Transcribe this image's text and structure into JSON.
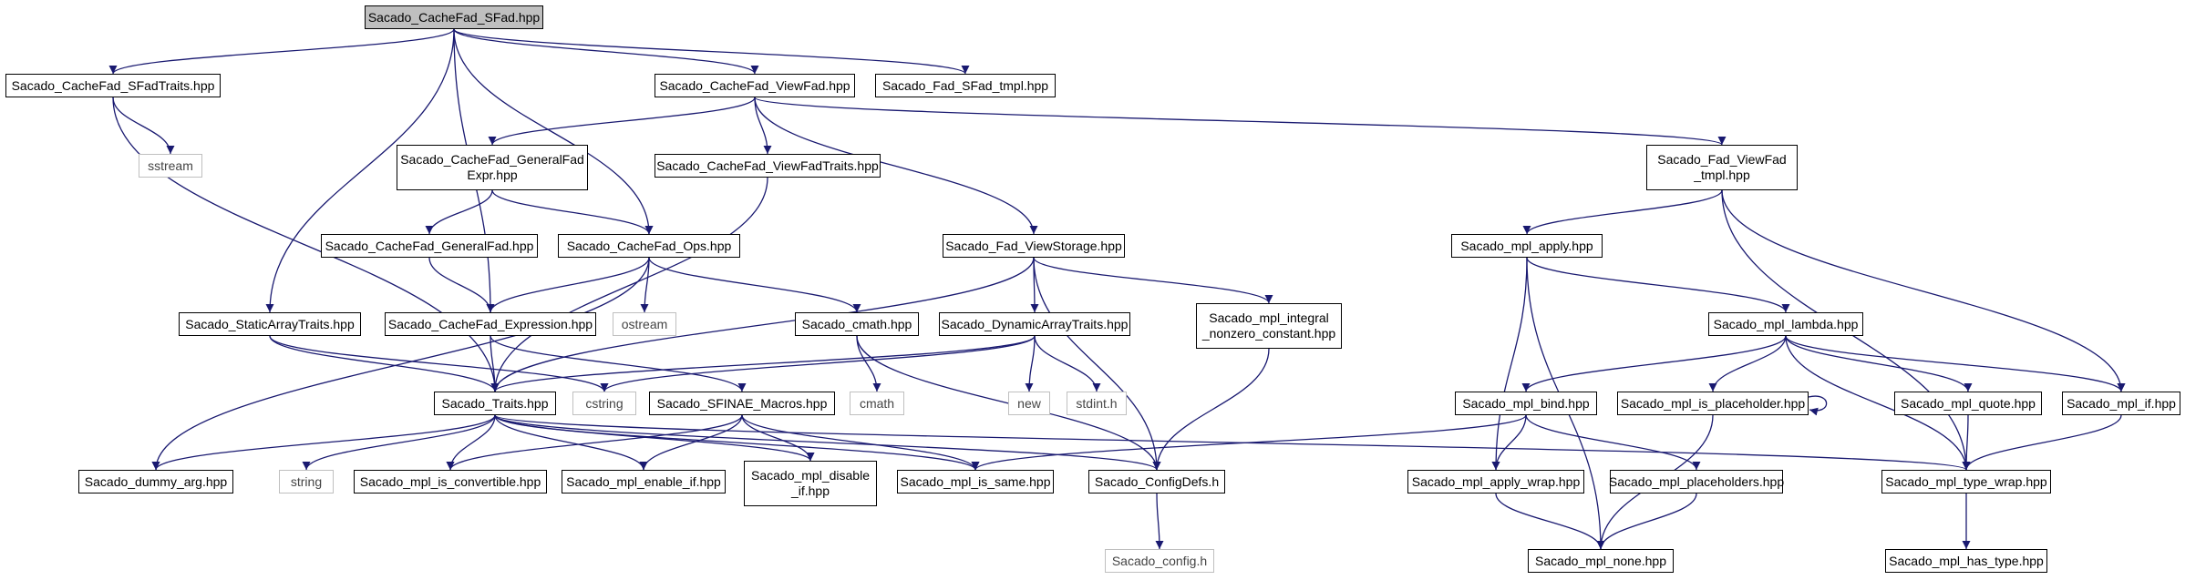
{
  "colors": {
    "edge": "#191970",
    "root_fill": "#bfbfbf",
    "external_border": "#bfbfbf"
  },
  "nodes": {
    "root": "Sacado_CacheFad_SFad.hpp",
    "sfadtraits": "Sacado_CacheFad_SFadTraits.hpp",
    "viewfad": "Sacado_CacheFad_ViewFad.hpp",
    "sfad_tmpl": "Sacado_Fad_SFad_tmpl.hpp",
    "sstream": "sstream",
    "generalfadexpr": "Sacado_CacheFad_GeneralFad\nExpr.hpp",
    "viewfadtraits": "Sacado_CacheFad_ViewFadTraits.hpp",
    "fad_viewfad_tmpl": "Sacado_Fad_ViewFad\n_tmpl.hpp",
    "generalfad": "Sacado_CacheFad_GeneralFad.hpp",
    "ops": "Sacado_CacheFad_Ops.hpp",
    "viewstorage": "Sacado_Fad_ViewStorage.hpp",
    "mpl_apply": "Sacado_mpl_apply.hpp",
    "staticarraytraits": "Sacado_StaticArrayTraits.hpp",
    "expression": "Sacado_CacheFad_Expression.hpp",
    "ostream": "ostream",
    "cmath_hpp": "Sacado_cmath.hpp",
    "dynamicarraytraits": "Sacado_DynamicArrayTraits.hpp",
    "integral_nonzero": "Sacado_mpl_integral\n_nonzero_constant.hpp",
    "mpl_lambda": "Sacado_mpl_lambda.hpp",
    "traits": "Sacado_Traits.hpp",
    "cstring": "cstring",
    "sfinae": "Sacado_SFINAE_Macros.hpp",
    "cmath": "cmath",
    "new": "new",
    "stdint": "stdint.h",
    "mpl_bind": "Sacado_mpl_bind.hpp",
    "is_placeholder": "Sacado_mpl_is_placeholder.hpp",
    "mpl_quote": "Sacado_mpl_quote.hpp",
    "mpl_if": "Sacado_mpl_if.hpp",
    "dummy_arg": "Sacado_dummy_arg.hpp",
    "string": "string",
    "is_convertible": "Sacado_mpl_is_convertible.hpp",
    "enable_if": "Sacado_mpl_enable_if.hpp",
    "disable_if": "Sacado_mpl_disable\n_if.hpp",
    "is_same": "Sacado_mpl_is_same.hpp",
    "configdefs": "Sacado_ConfigDefs.h",
    "apply_wrap": "Sacado_mpl_apply_wrap.hpp",
    "placeholders": "Sacado_mpl_placeholders.hpp",
    "type_wrap": "Sacado_mpl_type_wrap.hpp",
    "config_h": "Sacado_config.h",
    "mpl_none": "Sacado_mpl_none.hpp",
    "has_type": "Sacado_mpl_has_type.hpp"
  },
  "edges": [
    [
      "root",
      "sfadtraits"
    ],
    [
      "root",
      "viewfad"
    ],
    [
      "root",
      "sfad_tmpl"
    ],
    [
      "root",
      "staticarraytraits"
    ],
    [
      "root",
      "expression"
    ],
    [
      "root",
      "ops"
    ],
    [
      "sfadtraits",
      "sstream"
    ],
    [
      "sfadtraits",
      "traits"
    ],
    [
      "viewfad",
      "generalfadexpr"
    ],
    [
      "viewfad",
      "viewfadtraits"
    ],
    [
      "viewfad",
      "viewstorage"
    ],
    [
      "viewfad",
      "fad_viewfad_tmpl"
    ],
    [
      "generalfadexpr",
      "generalfad"
    ],
    [
      "generalfadexpr",
      "ops"
    ],
    [
      "viewfadtraits",
      "traits"
    ],
    [
      "generalfad",
      "expression"
    ],
    [
      "ops",
      "expression"
    ],
    [
      "ops",
      "ostream"
    ],
    [
      "ops",
      "cmath_hpp"
    ],
    [
      "ops",
      "dummy_arg"
    ],
    [
      "viewstorage",
      "dynamicarraytraits"
    ],
    [
      "viewstorage",
      "integral_nonzero"
    ],
    [
      "viewstorage",
      "traits"
    ],
    [
      "viewstorage",
      "configdefs"
    ],
    [
      "fad_viewfad_tmpl",
      "mpl_apply"
    ],
    [
      "fad_viewfad_tmpl",
      "mpl_if"
    ],
    [
      "fad_viewfad_tmpl",
      "type_wrap"
    ],
    [
      "mpl_apply",
      "mpl_lambda"
    ],
    [
      "mpl_apply",
      "apply_wrap"
    ],
    [
      "mpl_apply",
      "mpl_none"
    ],
    [
      "staticarraytraits",
      "traits"
    ],
    [
      "staticarraytraits",
      "cstring"
    ],
    [
      "expression",
      "traits"
    ],
    [
      "expression",
      "sfinae"
    ],
    [
      "cmath_hpp",
      "cmath"
    ],
    [
      "cmath_hpp",
      "configdefs"
    ],
    [
      "dynamicarraytraits",
      "traits"
    ],
    [
      "dynamicarraytraits",
      "cstring"
    ],
    [
      "dynamicarraytraits",
      "new"
    ],
    [
      "dynamicarraytraits",
      "stdint"
    ],
    [
      "integral_nonzero",
      "configdefs"
    ],
    [
      "mpl_lambda",
      "mpl_bind"
    ],
    [
      "mpl_lambda",
      "is_placeholder"
    ],
    [
      "mpl_lambda",
      "mpl_quote"
    ],
    [
      "mpl_lambda",
      "mpl_if"
    ],
    [
      "mpl_lambda",
      "type_wrap"
    ],
    [
      "traits",
      "dummy_arg"
    ],
    [
      "traits",
      "string"
    ],
    [
      "traits",
      "is_convertible"
    ],
    [
      "traits",
      "enable_if"
    ],
    [
      "traits",
      "disable_if"
    ],
    [
      "traits",
      "is_same"
    ],
    [
      "traits",
      "configdefs"
    ],
    [
      "traits",
      "type_wrap"
    ],
    [
      "sfinae",
      "is_convertible"
    ],
    [
      "sfinae",
      "enable_if"
    ],
    [
      "sfinae",
      "disable_if"
    ],
    [
      "sfinae",
      "is_same"
    ],
    [
      "mpl_bind",
      "apply_wrap"
    ],
    [
      "mpl_bind",
      "placeholders"
    ],
    [
      "mpl_bind",
      "is_same"
    ],
    [
      "is_placeholder",
      "is_placeholder"
    ],
    [
      "is_placeholder",
      "mpl_none"
    ],
    [
      "mpl_quote",
      "type_wrap"
    ],
    [
      "mpl_if",
      "type_wrap"
    ],
    [
      "configdefs",
      "config_h"
    ],
    [
      "apply_wrap",
      "mpl_none"
    ],
    [
      "placeholders",
      "mpl_none"
    ],
    [
      "type_wrap",
      "has_type"
    ]
  ]
}
